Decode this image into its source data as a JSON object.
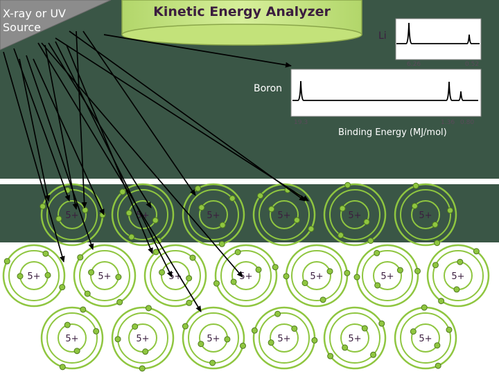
{
  "source": {
    "label": "X-ray or UV\nSource"
  },
  "analyzer": {
    "title": "Kinetic Energy Analyzer"
  },
  "spectra": {
    "li": {
      "label": "Li",
      "ticks": [
        "6.26",
        "0.52"
      ]
    },
    "boron": {
      "label": "Boron",
      "ticks": [
        "19.3",
        "1.36",
        "0.80"
      ]
    },
    "axis_label": "Binding Energy (MJ/mol)"
  },
  "atoms": {
    "nucleus_label": "5+",
    "rows": [
      {
        "count": 6
      },
      {
        "count": 7
      },
      {
        "count": 6
      }
    ]
  },
  "colors": {
    "background_top": "#3a5646",
    "analyzer_fill": "#c3e27a",
    "atom_ring": "#8fc640",
    "electron": "#8fc640",
    "arrow": "#000000"
  }
}
